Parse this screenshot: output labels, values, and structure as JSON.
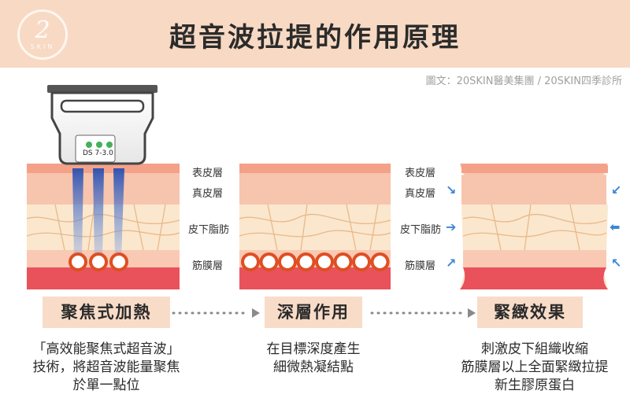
{
  "header": {
    "title": "超音波拉提的作用原理",
    "logo_number": "2",
    "logo_word": "SKIN"
  },
  "credit": "圖文：20SKIN醫美集團 / 20SKIN四季診所",
  "device": {
    "label": "DS 7-3.0"
  },
  "layer_labels_1": [
    "表皮層",
    "真皮層",
    "皮下脂肪",
    "筋膜層"
  ],
  "layer_labels_2": [
    "表皮層",
    "真皮層",
    "皮下脂肪",
    "筋膜層"
  ],
  "stages": [
    {
      "title": "聚焦式加熱",
      "desc": [
        "「高效能聚焦式超音波」",
        "技術，將超音波能量聚焦",
        "於單一點位"
      ]
    },
    {
      "title": "深層作用",
      "desc": [
        "在目標深度產生",
        "細微熱凝結點"
      ]
    },
    {
      "title": "緊緻效果",
      "desc": [
        "刺激皮下組織收縮",
        "筋膜層以上全面緊緻拉提",
        "新生膠原蛋白"
      ]
    }
  ],
  "colors": {
    "header_bg": "#f8d9c3",
    "epidermis": "#f3a289",
    "dermis": "#f7c4ad",
    "fat": "#fbe7cd",
    "fat_lines": "#e8b98b",
    "fascia": "#f9c9b4",
    "bottom": "#e9525a",
    "heat_point": "#de4f23",
    "beam": "#2f5bb8",
    "arrow": "#3d86d6",
    "stage_bg": "#f8dcc8"
  },
  "icons": [
    "arrow-right-icon",
    "arrow-down-right-icon",
    "arrow-up-right-icon",
    "arrow-left-icon",
    "arrow-down-left-icon",
    "arrow-up-left-icon",
    "dotted-arrow-icon"
  ]
}
